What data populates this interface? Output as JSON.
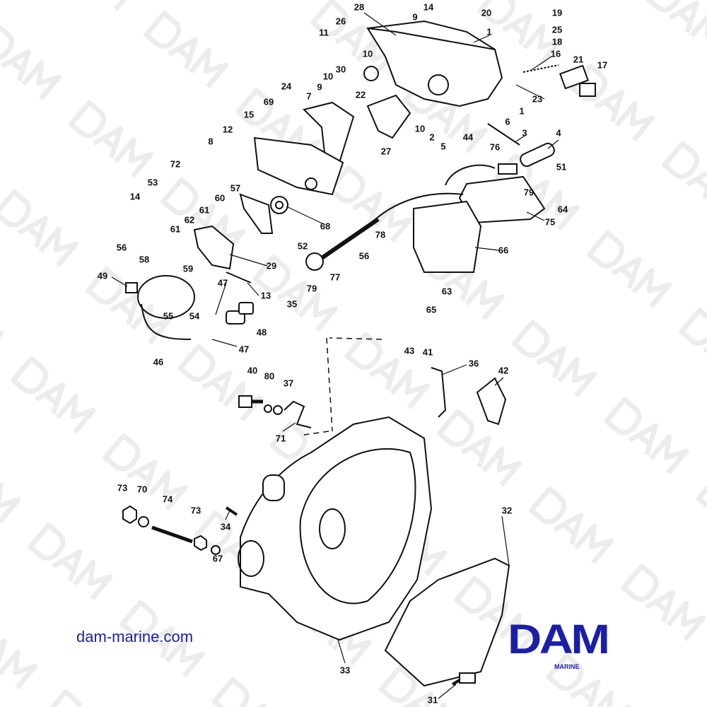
{
  "watermark": "DAM",
  "website": "dam-marine.com",
  "logo": {
    "mark": "DAM",
    "sub": "MARINE"
  },
  "colors": {
    "brand": "#1b1fa8",
    "line": "#111111",
    "watermark": "#ececec"
  },
  "labels": [
    "28",
    "9",
    "14",
    "20",
    "19",
    "1",
    "25",
    "18",
    "16",
    "26",
    "11",
    "10",
    "30",
    "21",
    "17",
    "10",
    "9",
    "7",
    "22",
    "23",
    "1",
    "24",
    "69",
    "15",
    "6",
    "10",
    "2",
    "5",
    "44",
    "27",
    "3",
    "4",
    "12",
    "8",
    "76",
    "51",
    "72",
    "53",
    "79",
    "64",
    "57",
    "60",
    "14",
    "61",
    "62",
    "68",
    "75",
    "61",
    "78",
    "52",
    "56",
    "56",
    "66",
    "58",
    "59",
    "29",
    "49",
    "79",
    "77",
    "63",
    "13",
    "35",
    "65",
    "47",
    "55",
    "54",
    "48",
    "47",
    "46",
    "43",
    "41",
    "36",
    "42",
    "40",
    "80",
    "37",
    "71",
    "73",
    "70",
    "74",
    "73",
    "32",
    "34",
    "67",
    "33",
    "31"
  ]
}
